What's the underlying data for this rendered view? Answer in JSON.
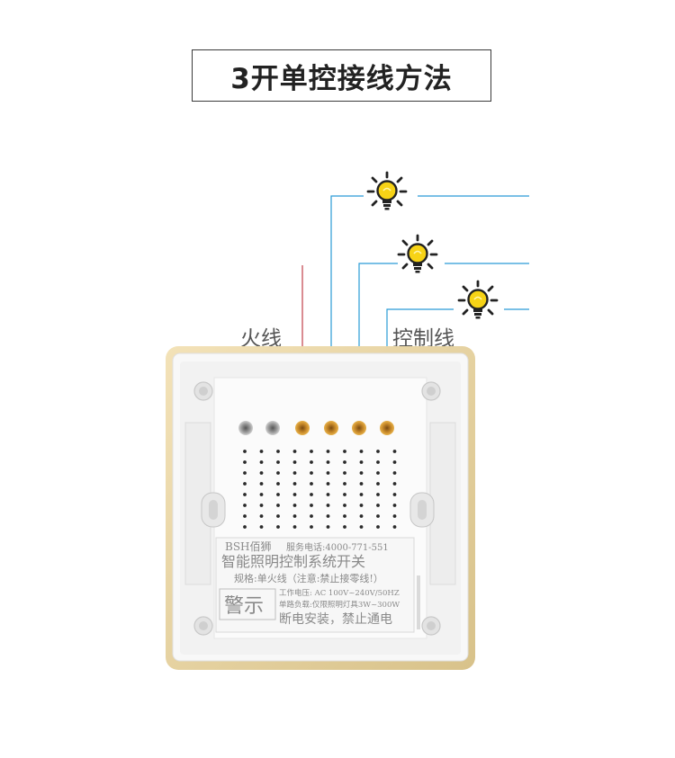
{
  "title": "3开单控接线方法",
  "labels": {
    "live_wire": "火线",
    "control_wire": "控制线"
  },
  "panel": {
    "brand": "BSH佰狮",
    "service_phone": "服务电话:4000-771-551",
    "product": "智能照明控制系统开关",
    "spec": "规格:单火线（注意:禁止接零线!）",
    "warning": "警示",
    "voltage": "工作电压: AC 100V~240V/50HZ",
    "load": "单路负载:仅限照明灯具3W~300W",
    "notice": "断电安装，禁止通电"
  },
  "colors": {
    "live_wire": "#c0404a",
    "control_wire": "#2a9bd6",
    "bulb": "#f7d316",
    "title_border": "#3a3a3a"
  },
  "icons": [
    "light-bulb-icon",
    "light-bulb-icon",
    "light-bulb-icon"
  ]
}
